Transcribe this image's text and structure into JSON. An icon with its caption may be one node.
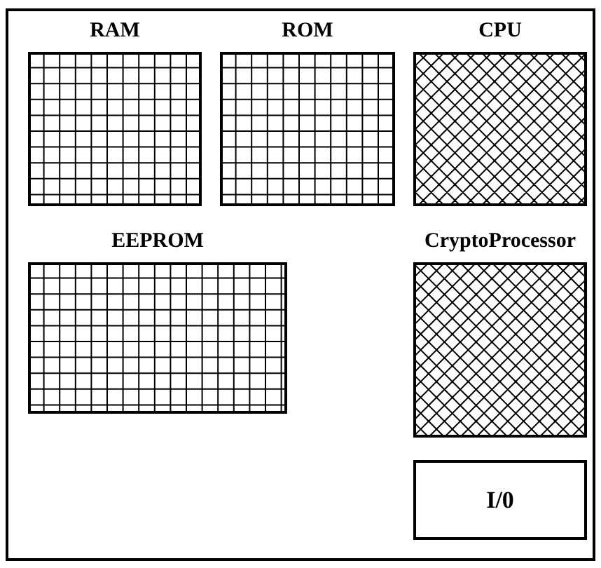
{
  "diagram": {
    "nodes": [
      {
        "text": [],
        "shape": "box"
      },
      {
        "text": [
          "RAM"
        ],
        "in": 0
      },
      {
        "text": [
          "ROM"
        ],
        "in": 0
      },
      {
        "text": [
          "CPU"
        ],
        "in": 0
      },
      {
        "text": [
          "EEPROM"
        ],
        "in": 0
      },
      {
        "text": [
          "CryptoProcessor"
        ],
        "in": 0
      },
      {
        "text": [
          "I/0"
        ],
        "in": 0
      }
    ],
    "edges": []
  }
}
